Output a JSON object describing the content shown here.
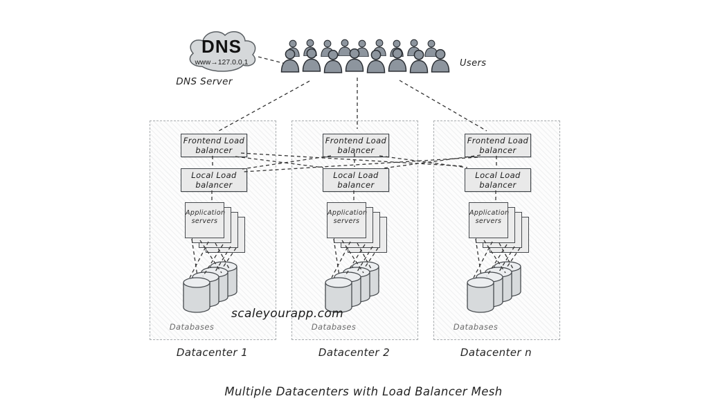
{
  "dns": {
    "cloud_text": "DNS",
    "mapping_text": "www→127.0.0.1",
    "server_label": "DNS Server"
  },
  "users": {
    "label": "Users"
  },
  "components": {
    "frontend_lb": "Frontend Load balancer",
    "local_lb": "Local Load balancer",
    "app_servers": "Application servers",
    "databases": "Databases"
  },
  "datacenters": [
    {
      "name": "Datacenter 1"
    },
    {
      "name": "Datacenter 2"
    },
    {
      "name": "Datacenter n"
    }
  ],
  "watermark": "scaleyourapp.com",
  "caption": "Multiple Datacenters with Load Balancer Mesh",
  "colors": {
    "box_fill": "#e9e9e9",
    "cloud_fill": "#d5d8da",
    "figure_fill": "#8d959e",
    "line_color": "#333333"
  }
}
